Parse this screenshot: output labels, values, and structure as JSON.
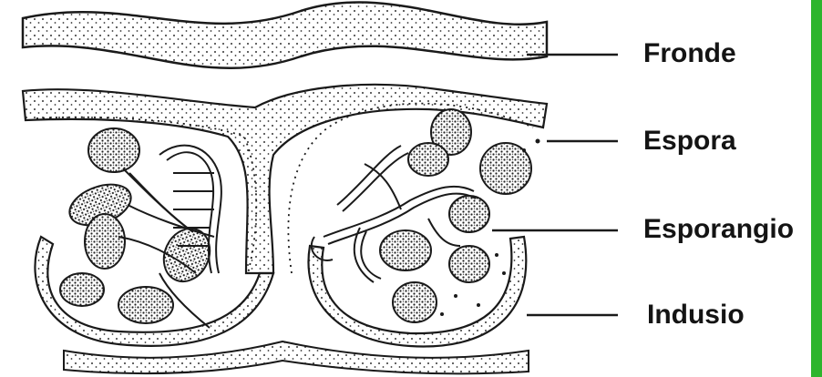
{
  "diagram": {
    "labels": {
      "fronde": "Fronde",
      "espora": "Espora",
      "esporangio": "Esporangio",
      "indusio": "Indusio"
    },
    "colors": {
      "ink": "#1a1a1a",
      "background": "#ffffff",
      "accent_bar": "#2db52d"
    }
  }
}
